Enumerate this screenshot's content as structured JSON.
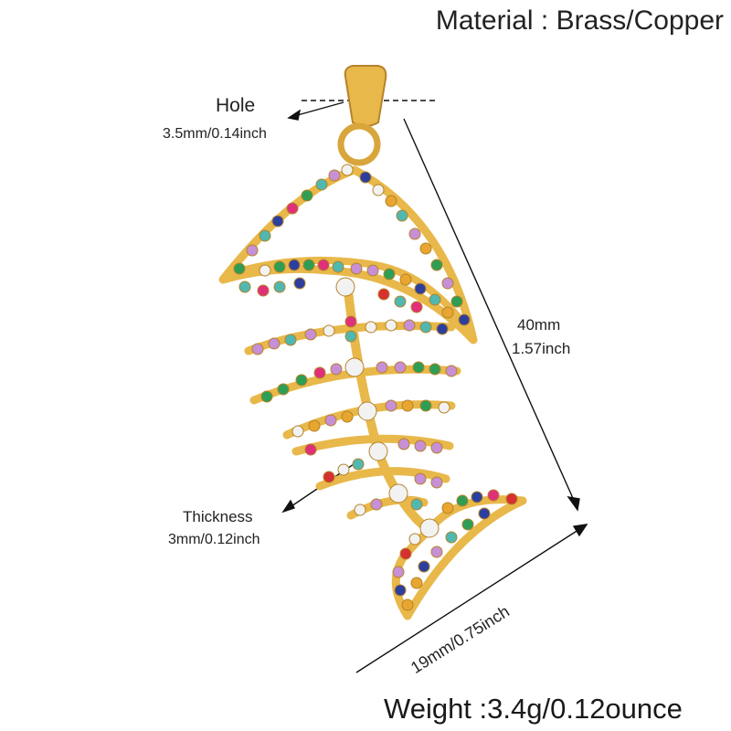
{
  "labels": {
    "material": "Material : Brass/Copper",
    "hole_title": "Hole",
    "hole_size": "3.5mm/0.14inch",
    "length_mm": "40mm",
    "length_inch": "1.57inch",
    "thickness_title": "Thickness",
    "thickness_size": "3mm/0.12inch",
    "width": "19mm/0.75inch",
    "weight": "Weight :3.4g/0.12ounce"
  },
  "colors": {
    "gold": "#e8b84a",
    "gold_dark": "#c8962e",
    "gems": [
      "#2e9e55",
      "#e0307a",
      "#2c3f9e",
      "#4fb8b0",
      "#c78fd6",
      "#e8a630",
      "#d63030",
      "#f2f2f2"
    ]
  },
  "product": "fish-bone-pendant"
}
